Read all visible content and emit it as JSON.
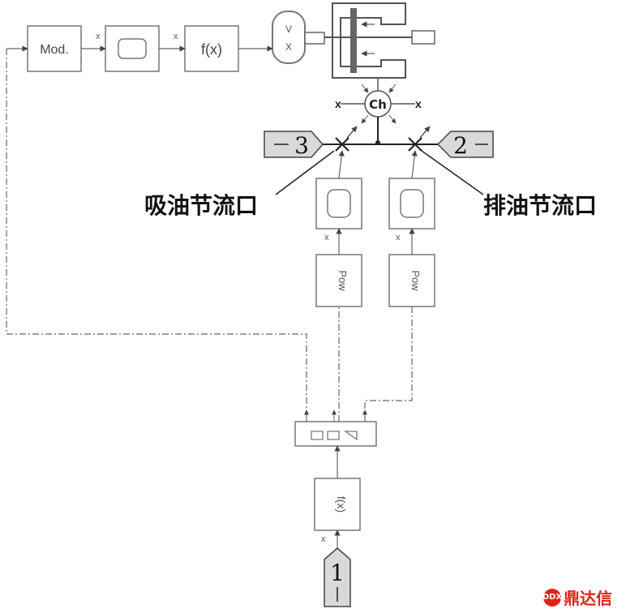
{
  "blocks": {
    "mod_label": "Mod.",
    "fx_label": "f(x)",
    "vx_top": "V",
    "vx_bottom": "X",
    "ch_label": "Ch",
    "pow_label": "Pow",
    "gain_label": "x"
  },
  "ports": {
    "port_3": "3",
    "port_2": "2",
    "port_1": "1"
  },
  "labels": {
    "suction_orifice": "吸油节流口",
    "discharge_orifice": "排油节流口"
  },
  "watermark": {
    "text": "鼎达信",
    "mark": "DDX"
  },
  "colors": {
    "line": "#555555",
    "tag_fill": "#d9d9d9",
    "logo": "#e2231a"
  }
}
